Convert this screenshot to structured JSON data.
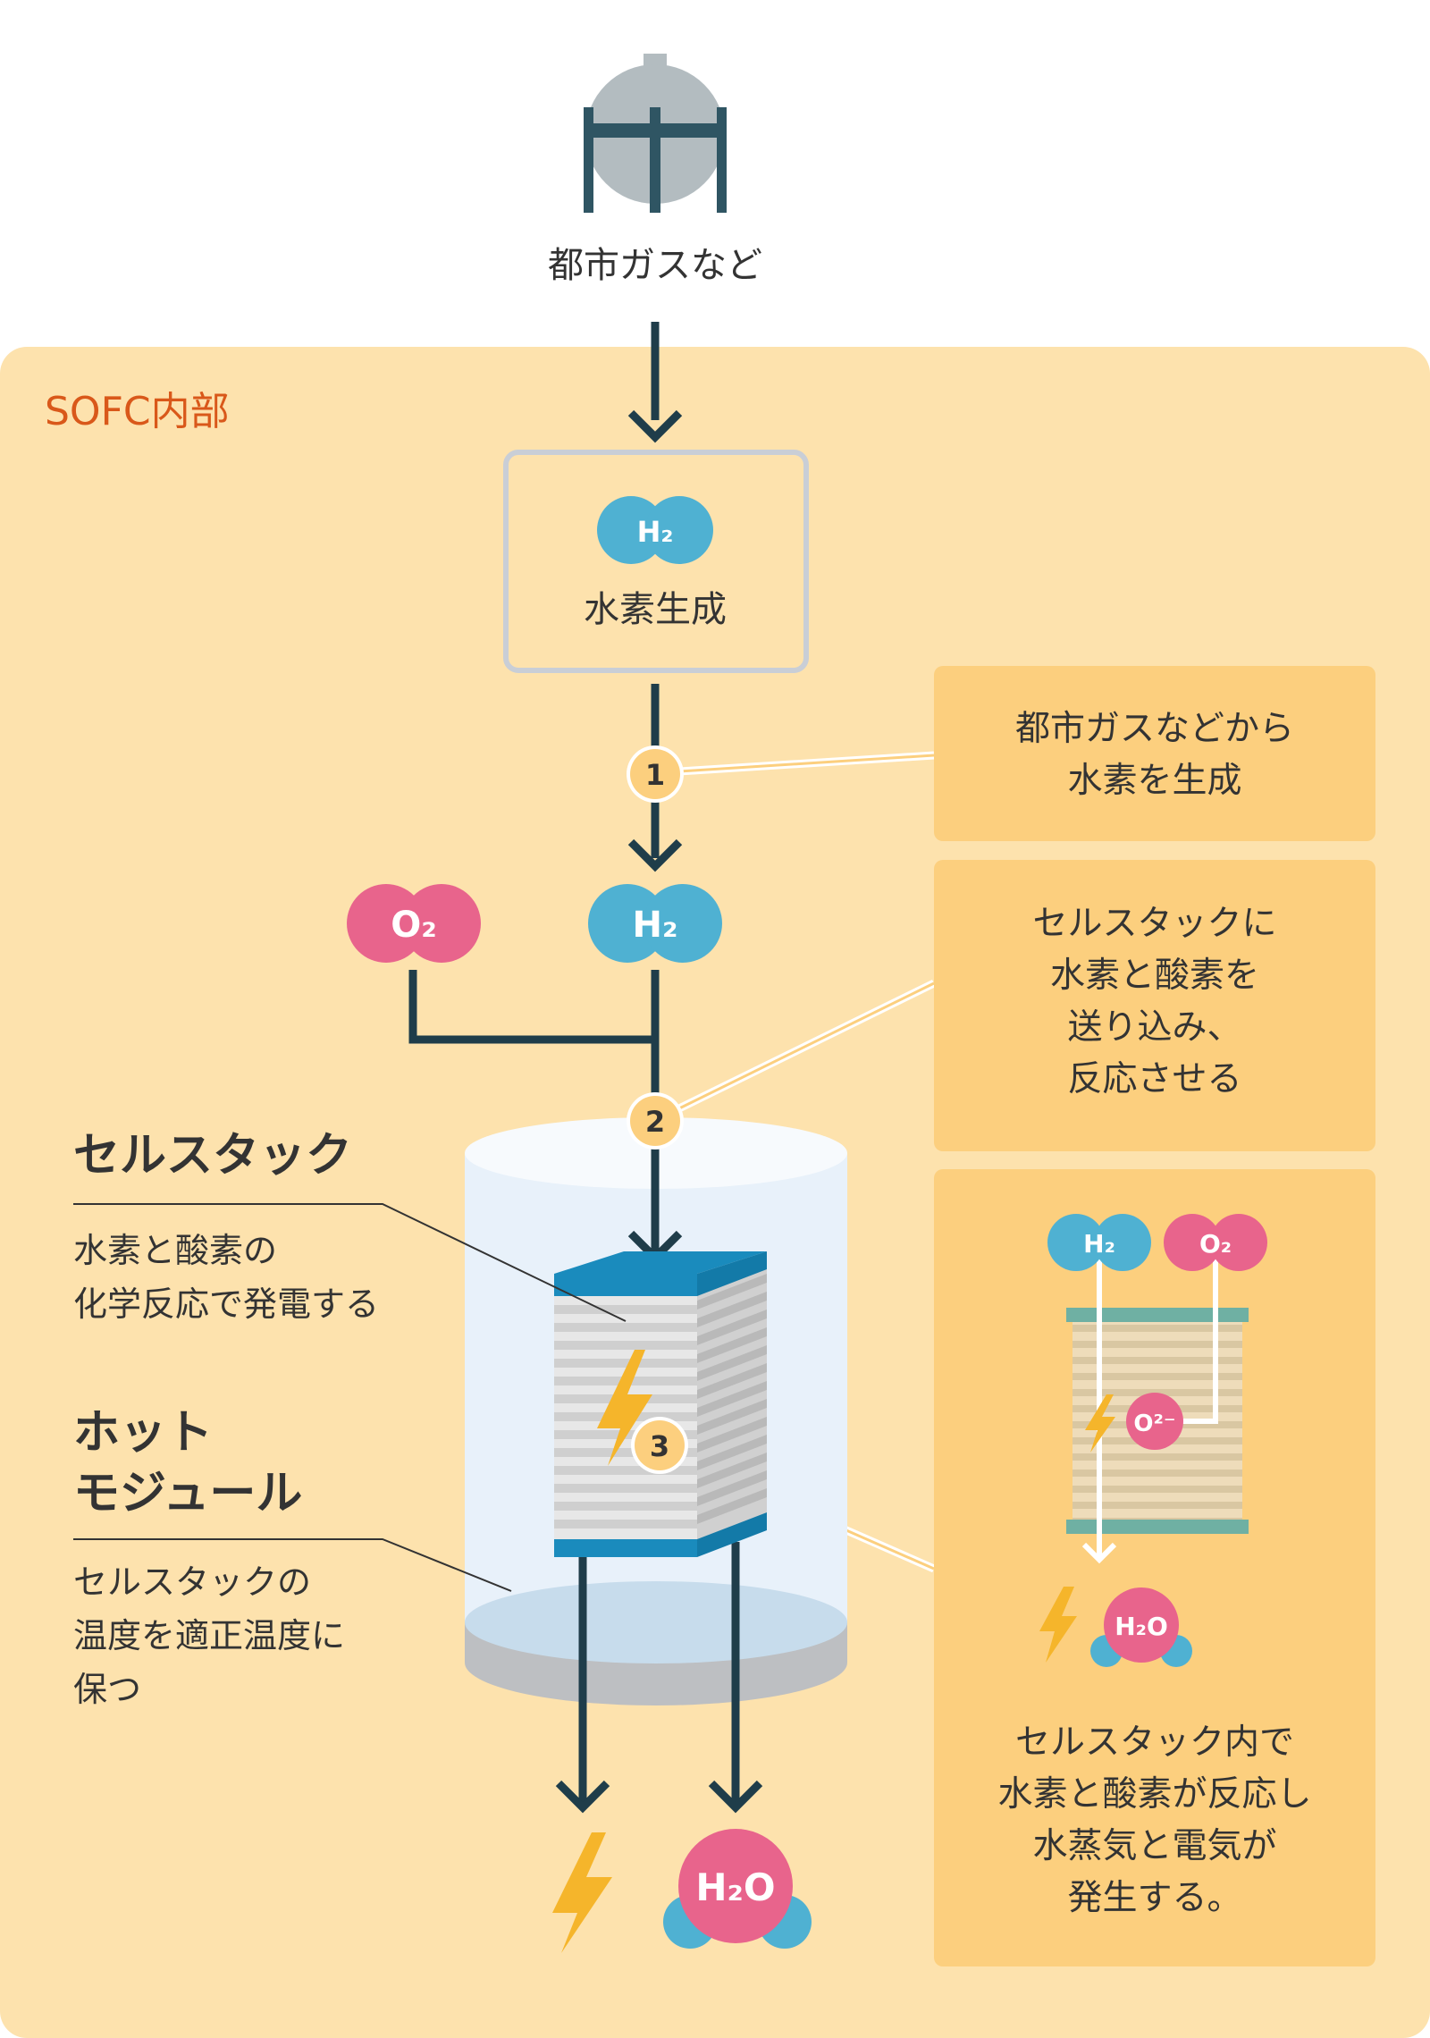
{
  "source_label": "都市ガスなど",
  "section_label": "SOFC内部",
  "reformer_label": "水素生成",
  "molecules": {
    "h2": "H₂",
    "o2": "O₂",
    "o2_ion": "O²⁻",
    "h2o": "H₂O"
  },
  "steps": [
    {
      "number": "1",
      "lines": [
        "都市ガスなどから",
        "水素を生成"
      ]
    },
    {
      "number": "2",
      "lines": [
        "セルスタックに",
        "水素と酸素を",
        "送り込み、",
        "反応させる"
      ]
    },
    {
      "number": "3",
      "lines": [
        "セルスタック内で",
        "水素と酸素が反応し",
        "水蒸気と電気が",
        "発生する。"
      ]
    }
  ],
  "cell_stack": {
    "title": "セルスタック",
    "desc": [
      "水素と酸素の",
      "化学反応で発電する"
    ]
  },
  "hot_module": {
    "title": [
      "ホット",
      "モジュール"
    ],
    "desc": [
      "セルスタックの",
      "温度を適正温度に",
      "保つ"
    ]
  },
  "colors": {
    "background_panel": "#fde2ad",
    "step_box": "#fccf7e",
    "accent_orange": "#d9581a",
    "h2_blue": "#4fb1d2",
    "o2_pink": "#e8648c",
    "arrow_dark": "#1f3d4a",
    "lightning": "#f5b52b"
  }
}
